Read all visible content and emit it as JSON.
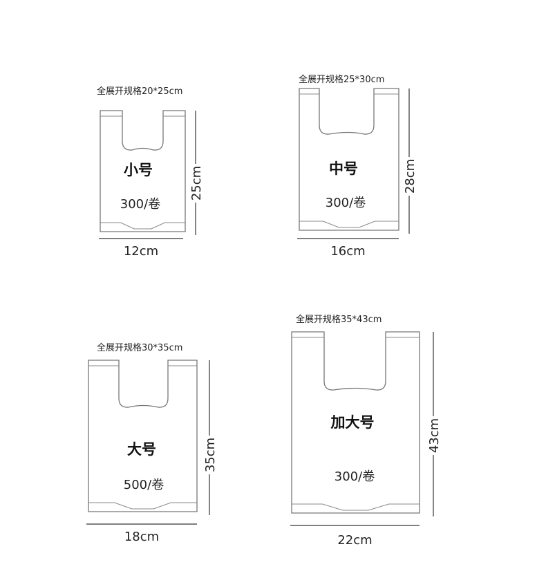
{
  "bags": [
    {
      "name": "小号",
      "count": "300/卷",
      "spec": "全展开规格20*25cm",
      "height": "25cm",
      "width": "12cm"
    },
    {
      "name": "中号",
      "count": "300/卷",
      "spec": "全展开规格25*30cm",
      "height": "28cm",
      "width": "16cm"
    },
    {
      "name": "大号",
      "count": "500/卷",
      "spec": "全展开规格30*35cm",
      "height": "35cm",
      "width": "18cm"
    },
    {
      "name": "加大号",
      "count": "300/卷",
      "spec": "全展开规格35*43cm",
      "height": "43cm",
      "width": "22cm"
    }
  ]
}
